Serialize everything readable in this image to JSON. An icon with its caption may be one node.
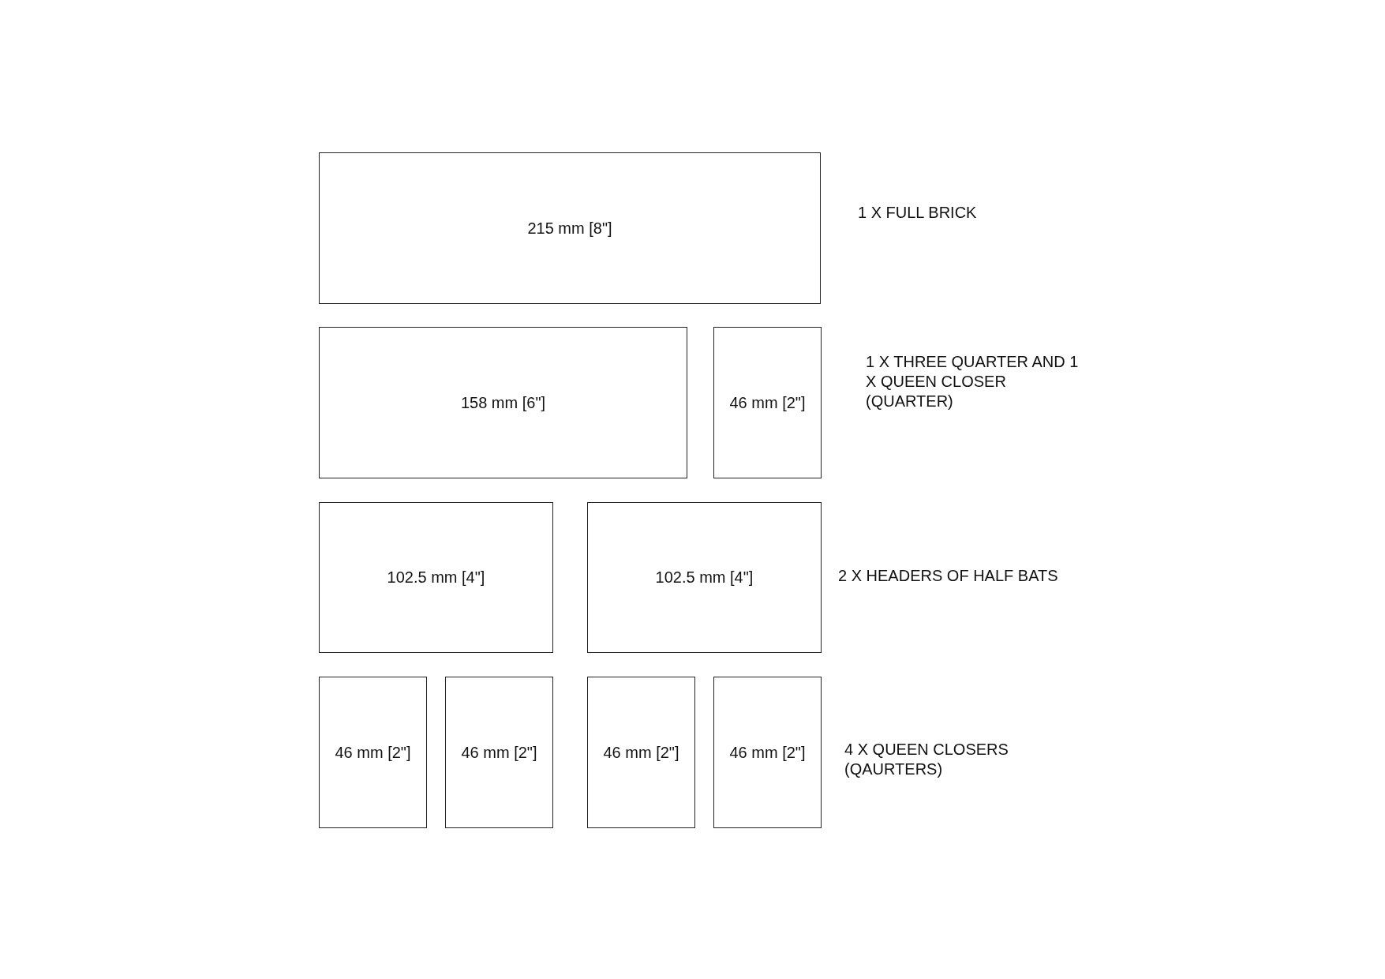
{
  "diagram": {
    "nodes": [
      {
        "text": [
          "215 mm [8\"]"
        ]
      },
      {
        "text": [
          "158 mm [6\"]"
        ]
      },
      {
        "text": [
          "46 mm [2\"]"
        ]
      },
      {
        "text": [
          "102.5 mm [4\"]"
        ]
      },
      {
        "text": [
          "102.5 mm [4\"]"
        ]
      },
      {
        "text": [
          "46 mm [2\"]"
        ]
      },
      {
        "text": [
          "46 mm [2\"]"
        ]
      },
      {
        "text": [
          "46 mm [2\"]"
        ]
      },
      {
        "text": [
          "46 mm [2\"]"
        ]
      }
    ],
    "labels": [
      "1 X FULL BRICK",
      "1 X THREE QUARTER AND 1 X QUEEN CLOSER (QUARTER)",
      "2 X HEADERS OF HALF BATS",
      "4 X QUEEN CLOSERS (QAURTERS)"
    ]
  }
}
